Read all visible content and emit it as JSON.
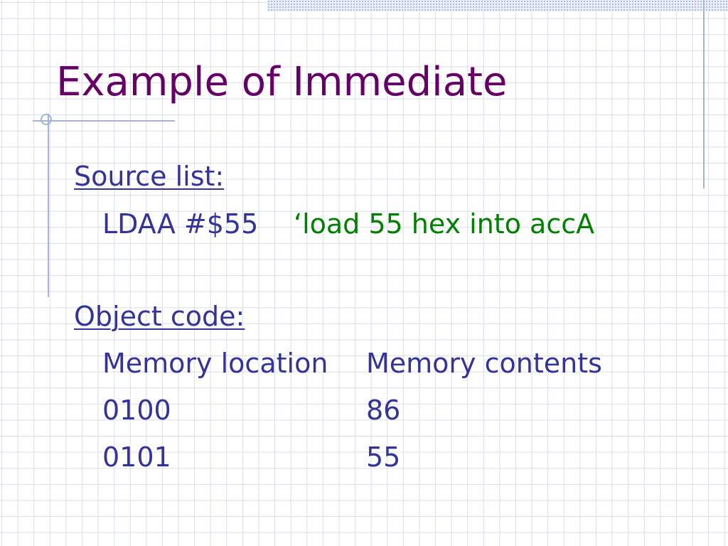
{
  "slide": {
    "title": "Example of Immediate",
    "source_label": "Source list:",
    "instruction": "LDAA #$55",
    "comment": "‘load 55 hex into accA",
    "object_label": "Object code:",
    "table": {
      "headers": [
        "Memory location",
        "Memory contents"
      ],
      "rows": [
        [
          "0100",
          "86"
        ],
        [
          "0101",
          "55"
        ]
      ]
    }
  },
  "colors": {
    "title": "#660066",
    "body": "#333399",
    "comment": "#008000",
    "grid": "#d9dcec",
    "accent_line": "#a4b4d6"
  }
}
